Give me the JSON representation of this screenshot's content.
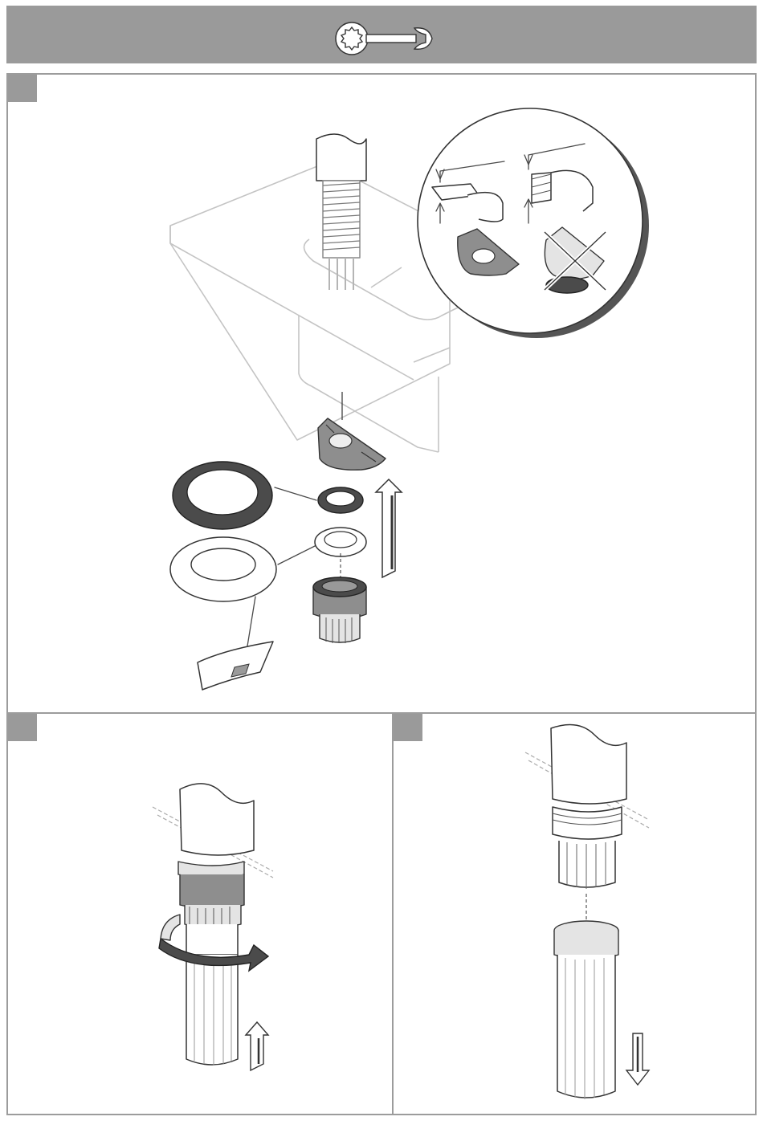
{
  "header": {
    "tool_icon": "wrench-icon",
    "color": "#9a9a9a"
  },
  "panels": [
    {
      "id": "step-1",
      "tab_color": "#9a9a9a"
    },
    {
      "id": "step-2",
      "tab_color": "#9a9a9a"
    },
    {
      "id": "step-3",
      "tab_color": "#9a9a9a"
    }
  ],
  "colors": {
    "frame": "#9c9c9c",
    "line": "#333333",
    "part_gray": "#8e8e8e",
    "part_dark": "#4b4b4b"
  }
}
